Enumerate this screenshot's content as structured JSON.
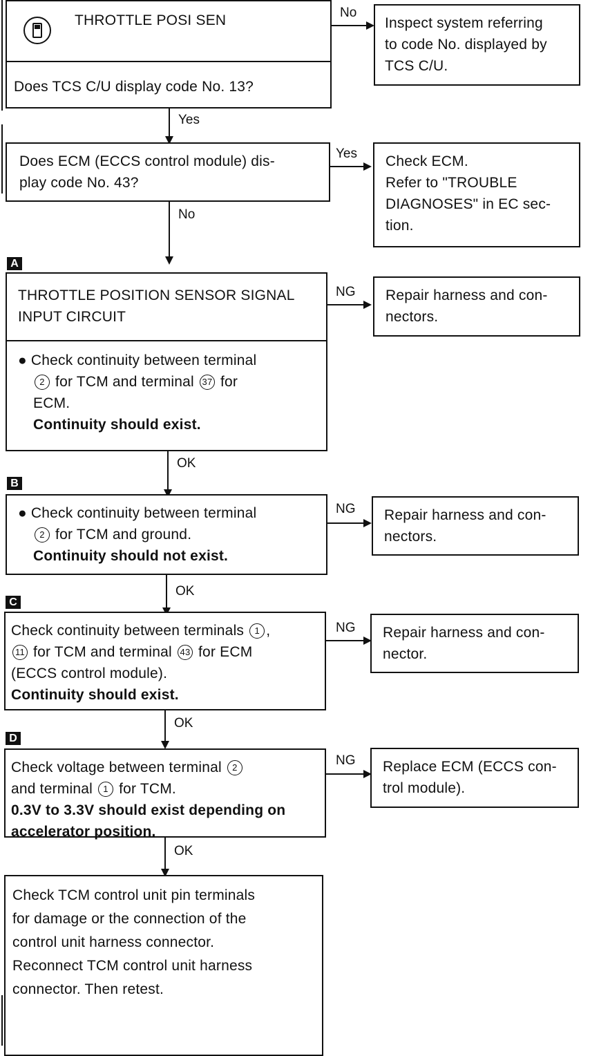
{
  "box1": {
    "title": "THROTTLE POSI SEN",
    "question": "Does TCS C/U display code No. 13?"
  },
  "box1_no": "No",
  "side1": [
    "Inspect system referring",
    "to code No. displayed by",
    "TCS C/U."
  ],
  "box1_yes": "Yes",
  "box2": [
    "Does ECM (ECCS control module) dis-",
    "play code No. 43?"
  ],
  "box2_yes": "Yes",
  "side2": [
    "Check ECM.",
    "Refer to \"TROUBLE",
    "DIAGNOSES\" in EC sec-",
    "tion."
  ],
  "box2_no": "No",
  "stepA": "A",
  "boxA": {
    "title": [
      "THROTTLE POSITION SENSOR SIGNAL",
      "INPUT CIRCUIT"
    ],
    "bullet": "Check continuity between terminal",
    "l2a": "for TCM and terminal",
    "l2b": "for",
    "c1": "2",
    "c2": "37",
    "l3": "ECM.",
    "bold": "Continuity should exist."
  },
  "ngA": "NG",
  "sideA": [
    "Repair harness and con-",
    "nectors."
  ],
  "okA": "OK",
  "stepB": "B",
  "boxB": {
    "bullet": "Check continuity between terminal",
    "c1": "2",
    "l2": "for TCM and ground.",
    "bold": "Continuity should not exist."
  },
  "ngB": "NG",
  "sideB": [
    "Repair harness and con-",
    "nectors."
  ],
  "okB": "OK",
  "stepC": "C",
  "boxC": {
    "l1": "Check continuity between terminals",
    "c1": "1",
    "c2": "11",
    "l2a": "for TCM and terminal",
    "c3": "43",
    "l2b": "for ECM",
    "l3": "(ECCS control module).",
    "bold": "Continuity should exist."
  },
  "ngC": "NG",
  "sideC": [
    "Repair harness and con-",
    "nector."
  ],
  "okC": "OK",
  "stepD": "D",
  "boxD": {
    "l1": "Check voltage between terminal",
    "c1": "2",
    "l2a": "and terminal",
    "c2": "1",
    "l2b": "for TCM.",
    "bold": [
      "0.3V to 3.3V should exist depending on",
      "accelerator position."
    ]
  },
  "ngD": "NG",
  "sideD": [
    "Replace ECM (ECCS con-",
    "trol module)."
  ],
  "okD": "OK",
  "final": [
    "Check TCM control unit pin terminals",
    "for damage or the connection of the",
    "control unit harness connector.",
    "Reconnect TCM control unit harness",
    "connector. Then retest."
  ]
}
